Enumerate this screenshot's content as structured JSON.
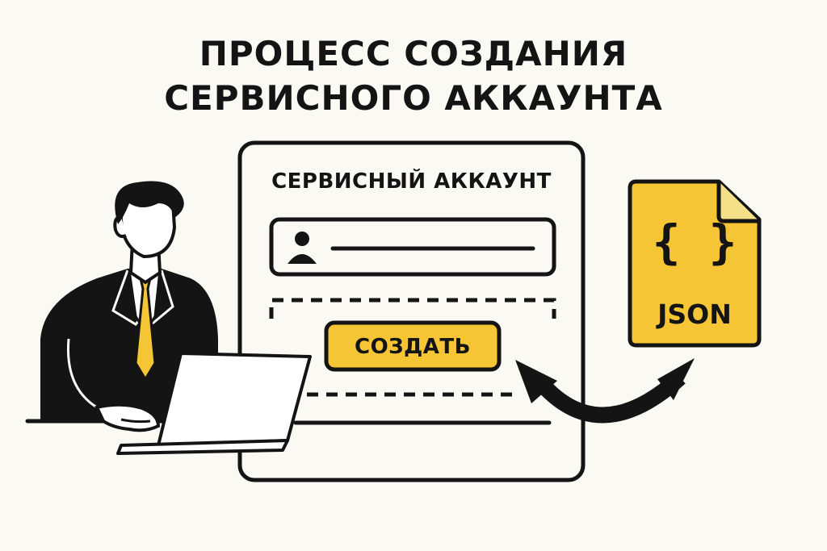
{
  "title": {
    "line1": "ПРОЦЕСС СОЗДАНИЯ",
    "line2": "СЕРВИСНОГО АККАУНТА"
  },
  "card": {
    "title": "СЕРВИСНЫЙ АККАУНТ",
    "user_icon": "user-icon",
    "create_button_label": "СОЗДАТЬ"
  },
  "file": {
    "icon": "json-file-icon",
    "braces": "{ }",
    "label": "JSON"
  },
  "colors": {
    "accent": "#f5c535",
    "ink": "#141414",
    "background": "#faf9f4"
  }
}
